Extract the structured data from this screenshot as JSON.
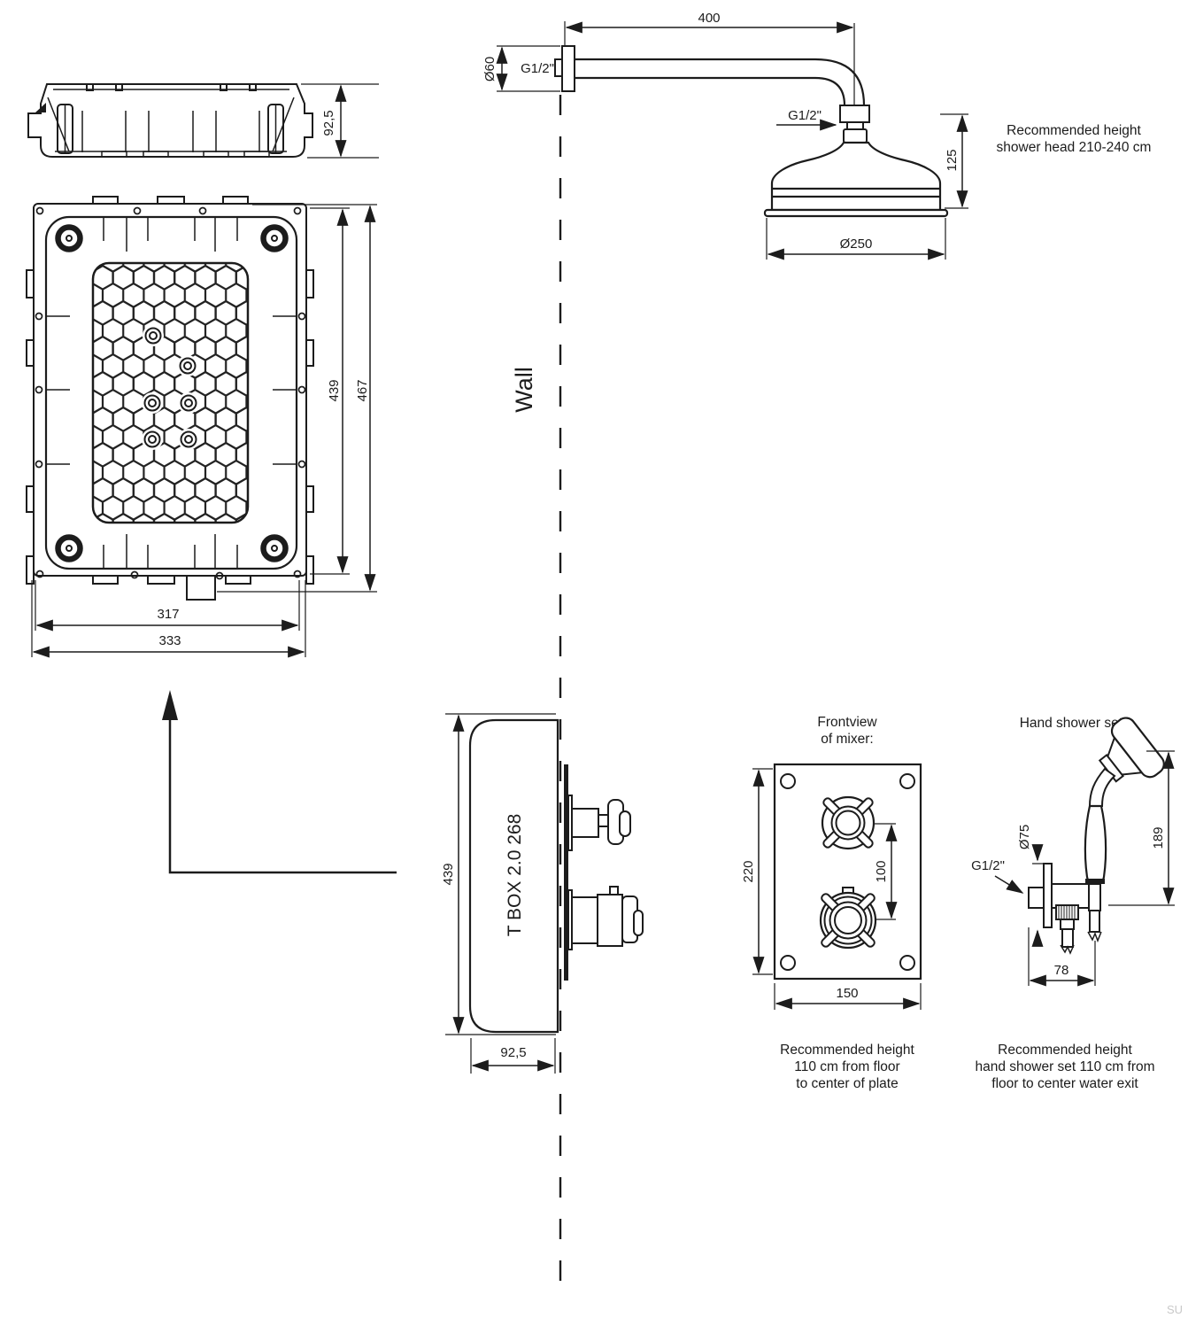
{
  "watermark": "SU",
  "wall": {
    "label": "Wall"
  },
  "top_view": {
    "depth": "92,5"
  },
  "front_view": {
    "inner_height": "439",
    "outer_height": "467",
    "inner_width": "317",
    "outer_width": "333"
  },
  "shower_head": {
    "arm_length": "400",
    "flange_diameter": "Ø60",
    "wall_thread": "G1/2\"",
    "head_thread": "G1/2\"",
    "head_height": "125",
    "head_diameter": "Ø250",
    "note_line1": "Recommended height",
    "note_line2": "shower head 210-240 cm"
  },
  "side_view": {
    "height": "439",
    "depth": "92,5",
    "box_label": "T BOX 2.0 268"
  },
  "mixer": {
    "title_line1": "Frontview",
    "title_line2": "of mixer:",
    "plate_height": "220",
    "handle_spacing": "100",
    "plate_width": "150",
    "note_line1": "Recommended height",
    "note_line2": "110 cm from floor",
    "note_line3": "to center of plate"
  },
  "hand_shower": {
    "title": "Hand shower set:",
    "escutcheon_diameter": "Ø75",
    "thread": "G1/2\"",
    "height": "189",
    "width": "78",
    "note_line1": "Recommended height",
    "note_line2": "hand shower set 110 cm from",
    "note_line3": "floor to center water exit"
  }
}
